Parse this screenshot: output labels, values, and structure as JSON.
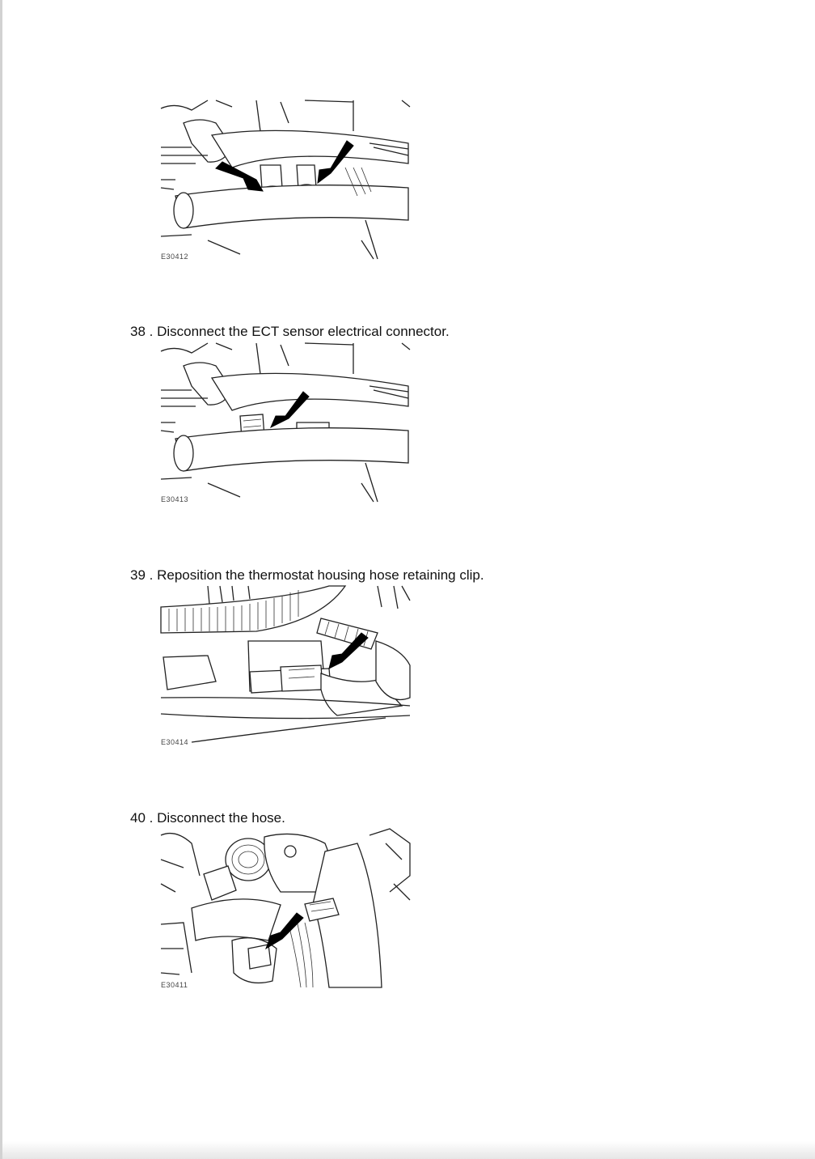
{
  "figures": [
    {
      "label": "E30412"
    },
    {
      "label": "E30413"
    },
    {
      "label": "E30414"
    },
    {
      "label": "E30411"
    }
  ],
  "steps": [
    {
      "number": "38",
      "separator": " . ",
      "text": "Disconnect the ECT sensor electrical connector."
    },
    {
      "number": "39",
      "separator": " . ",
      "text": "Reposition the thermostat housing hose retaining clip."
    },
    {
      "number": "40",
      "separator": " . ",
      "text": "Disconnect the hose."
    }
  ]
}
